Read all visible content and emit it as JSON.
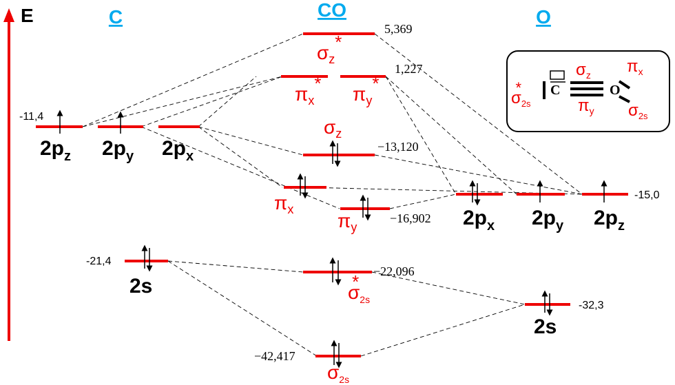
{
  "axis": {
    "label": "E"
  },
  "headers": {
    "left": "C",
    "center": "CO",
    "right": "O"
  },
  "colors": {
    "level": "#ee0000",
    "header": "#00aaee",
    "axis": "#ee0000",
    "mo_label": "#ee0000",
    "ao_label": "#000000"
  },
  "carbon": {
    "p_energy": "-11,4",
    "s_energy": "-21,4",
    "labels": {
      "pz": "2p",
      "pz_sub": "z",
      "py": "2p",
      "py_sub": "y",
      "px": "2p",
      "px_sub": "x",
      "s": "2s"
    }
  },
  "oxygen": {
    "p_energy": "-15,0",
    "s_energy": "-32,3",
    "labels": {
      "px": "2p",
      "px_sub": "x",
      "py": "2p",
      "py_sub": "y",
      "pz": "2p",
      "pz_sub": "z",
      "s": "2s"
    }
  },
  "mo": {
    "sigma_z_star": {
      "label": "σ",
      "sub": "z",
      "sup": "*",
      "energy": "5,369"
    },
    "pi_x_star": {
      "label": "π",
      "sub": "x",
      "sup": "*"
    },
    "pi_y_star": {
      "label": "π",
      "sub": "y",
      "sup": "*",
      "energy": "1,227"
    },
    "sigma_z": {
      "label": "σ",
      "sub": "z",
      "energy": "−13,120"
    },
    "pi_x": {
      "label": "π",
      "sub": "x"
    },
    "pi_y": {
      "label": "π",
      "sub": "y",
      "energy": "−16,902"
    },
    "sigma_2s_star": {
      "label": "σ",
      "sub": "2s",
      "sup": "*",
      "energy": "−22,096"
    },
    "sigma_2s": {
      "label": "σ",
      "sub": "2s",
      "energy": "−42,417"
    }
  },
  "lewis": {
    "carbon": "C",
    "oxygen": "O",
    "sigma_2s_star": {
      "label": "σ",
      "sub": "2s",
      "sup": "*"
    },
    "sigma_z": {
      "label": "σ",
      "sub": "z"
    },
    "pi_y": {
      "label": "π",
      "sub": "y"
    },
    "pi_x": {
      "label": "π",
      "sub": "x"
    },
    "sigma_2s": {
      "label": "σ",
      "sub": "2s"
    }
  }
}
